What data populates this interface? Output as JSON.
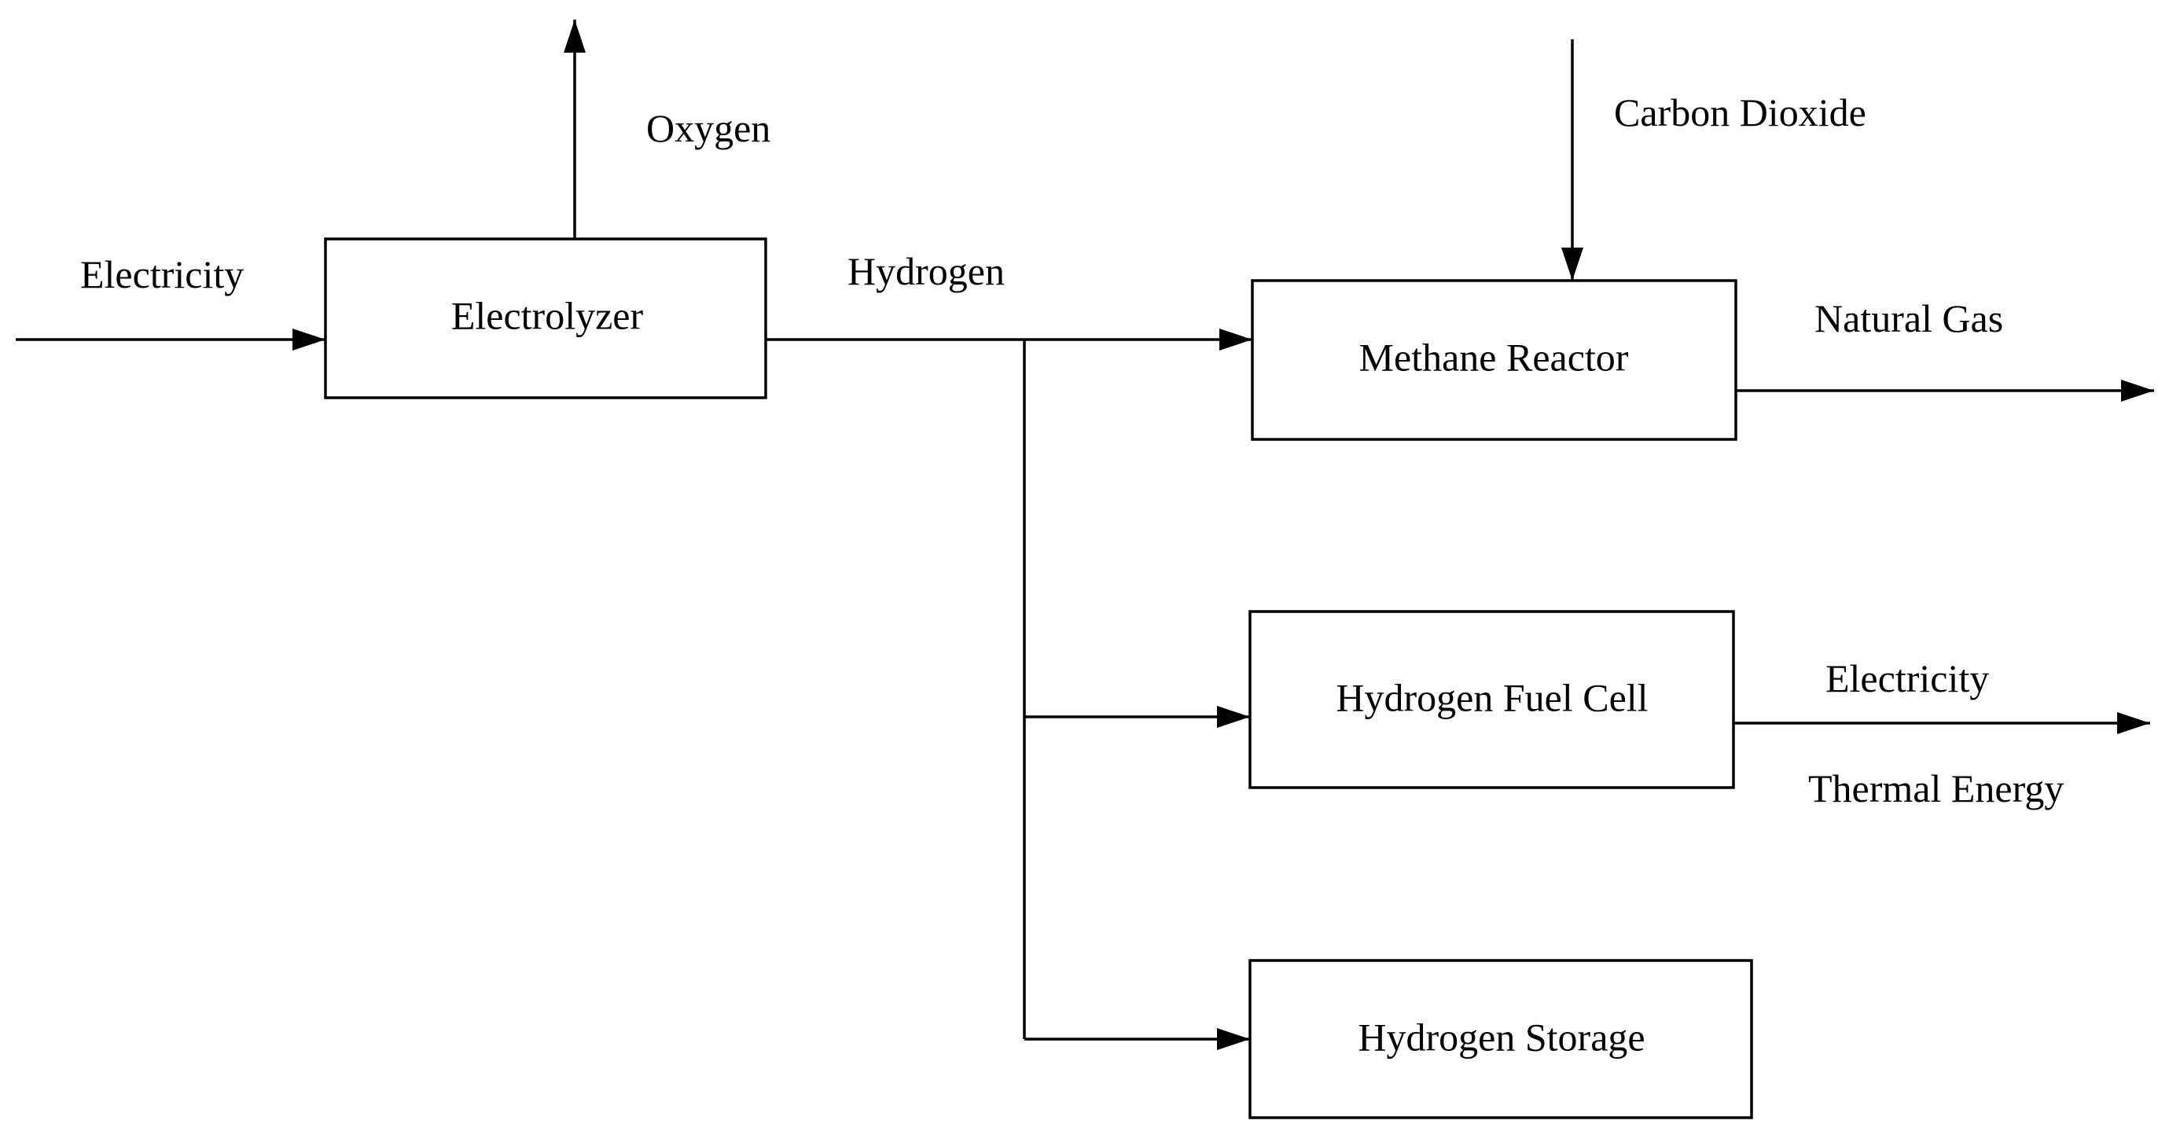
{
  "colors": {
    "line": "#000000",
    "background": "#ffffff",
    "text": "#000000"
  },
  "diagram": {
    "nodes": {
      "electrolyzer": "Electrolyzer",
      "methane_reactor": "Methane Reactor",
      "fuel_cell": "Hydrogen Fuel Cell",
      "storage": "Hydrogen Storage"
    },
    "flows": {
      "electricity_in": "Electricity",
      "oxygen_out": "Oxygen",
      "hydrogen": "Hydrogen",
      "carbon_dioxide_in": "Carbon Dioxide",
      "natural_gas_out": "Natural Gas",
      "electricity_out": "Electricity",
      "thermal_energy_out": "Thermal Energy"
    }
  }
}
